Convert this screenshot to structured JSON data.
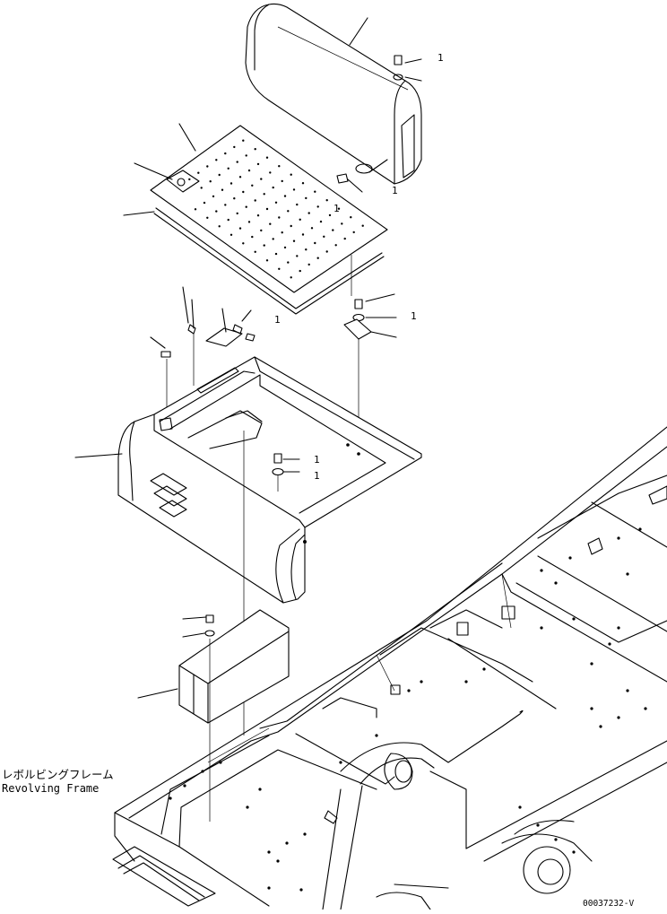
{
  "diagram": {
    "callout_numbers": [
      "1",
      "1",
      "1",
      "1",
      "1",
      "1",
      "1"
    ],
    "frame_label_jp": "レボルビングフレーム",
    "frame_label_en": "Revolving Frame",
    "figure_code": "00037232-V"
  }
}
